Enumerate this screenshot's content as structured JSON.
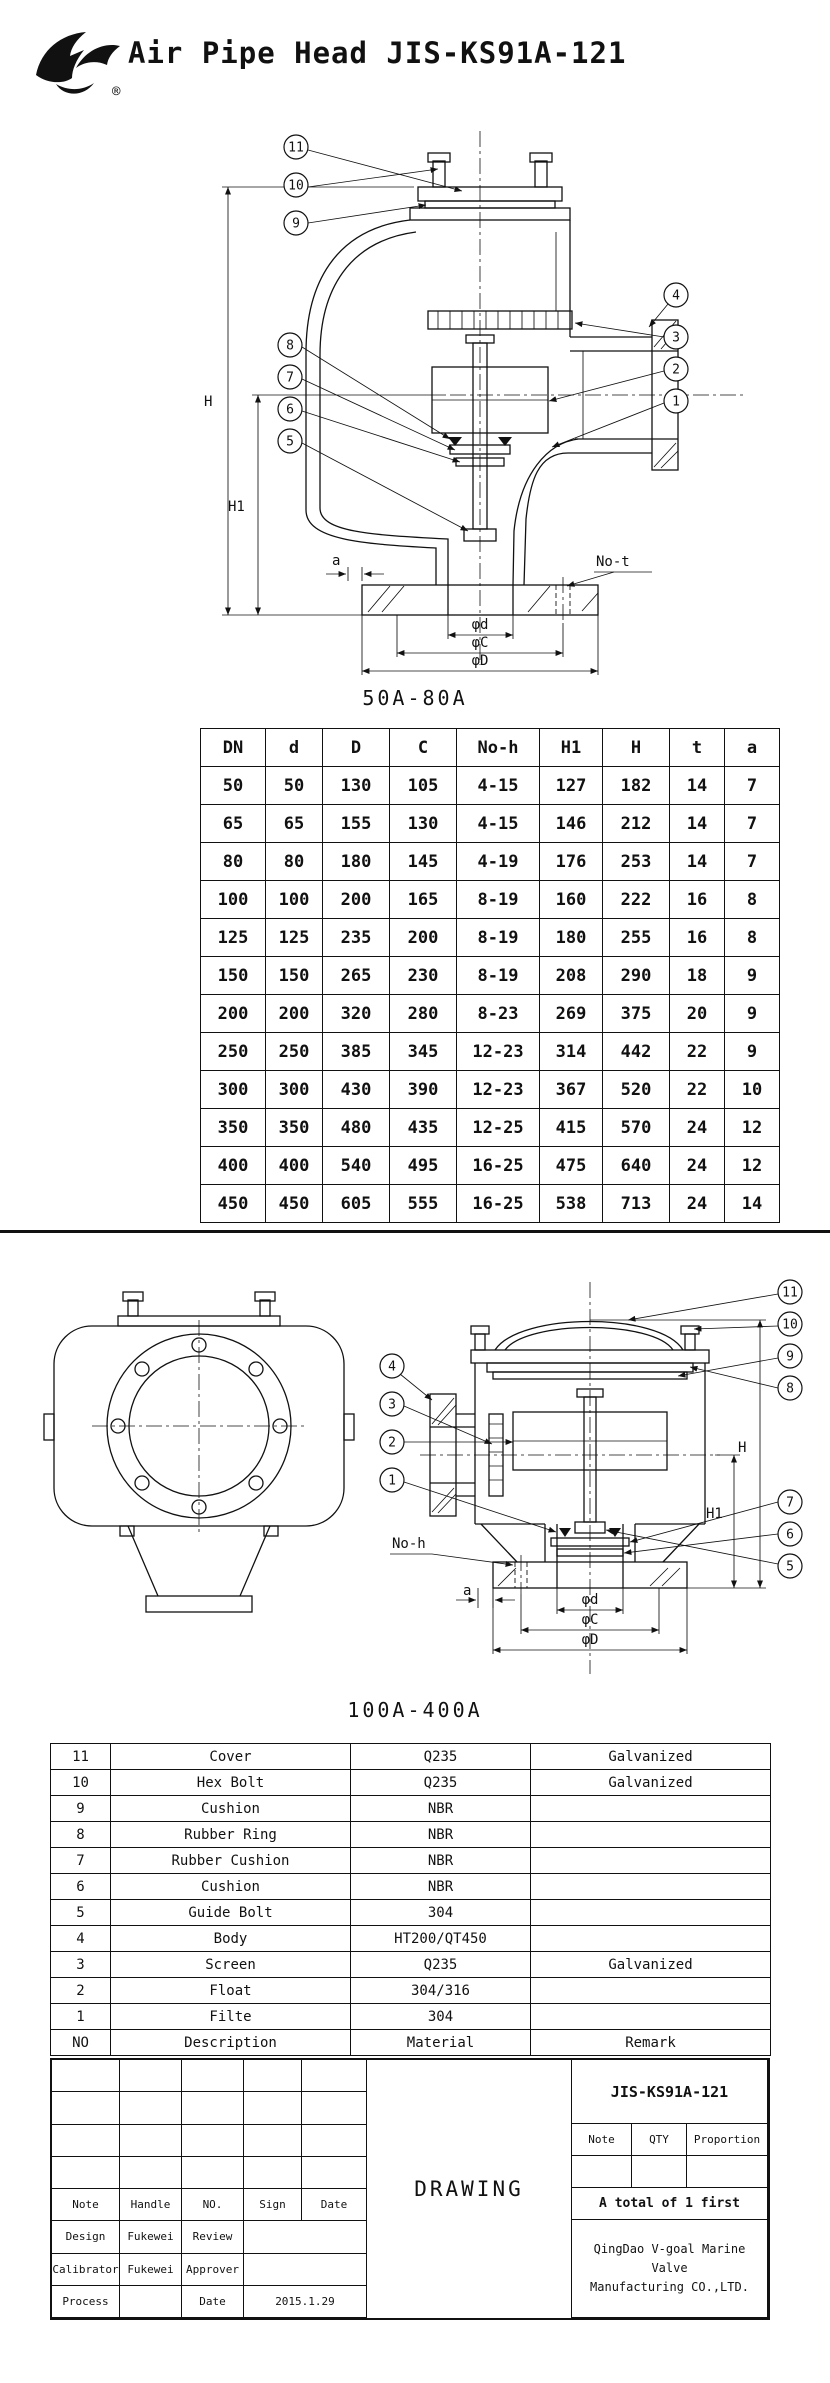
{
  "header": {
    "title": "Air Pipe Head JIS-KS91A-121",
    "registered_mark": "®"
  },
  "callouts": [
    "11",
    "10",
    "9",
    "8",
    "7",
    "6",
    "5",
    "4",
    "3",
    "2",
    "1"
  ],
  "dim_labels": {
    "H": "H",
    "H1": "H1",
    "a": "a",
    "no_t": "No-t",
    "no_h": "No-h",
    "phi_d": "φd",
    "phi_c": "φC",
    "phi_D": "φD"
  },
  "drawing1": {
    "caption": "50A-80A"
  },
  "drawing2": {
    "caption": "100A-400A"
  },
  "dim_table": {
    "headers": [
      "DN",
      "d",
      "D",
      "C",
      "No-h",
      "H1",
      "H",
      "t",
      "a"
    ],
    "rows": [
      [
        "50",
        "50",
        "130",
        "105",
        "4-15",
        "127",
        "182",
        "14",
        "7"
      ],
      [
        "65",
        "65",
        "155",
        "130",
        "4-15",
        "146",
        "212",
        "14",
        "7"
      ],
      [
        "80",
        "80",
        "180",
        "145",
        "4-19",
        "176",
        "253",
        "14",
        "7"
      ],
      [
        "100",
        "100",
        "200",
        "165",
        "8-19",
        "160",
        "222",
        "16",
        "8"
      ],
      [
        "125",
        "125",
        "235",
        "200",
        "8-19",
        "180",
        "255",
        "16",
        "8"
      ],
      [
        "150",
        "150",
        "265",
        "230",
        "8-19",
        "208",
        "290",
        "18",
        "9"
      ],
      [
        "200",
        "200",
        "320",
        "280",
        "8-23",
        "269",
        "375",
        "20",
        "9"
      ],
      [
        "250",
        "250",
        "385",
        "345",
        "12-23",
        "314",
        "442",
        "22",
        "9"
      ],
      [
        "300",
        "300",
        "430",
        "390",
        "12-23",
        "367",
        "520",
        "22",
        "10"
      ],
      [
        "350",
        "350",
        "480",
        "435",
        "12-25",
        "415",
        "570",
        "24",
        "12"
      ],
      [
        "400",
        "400",
        "540",
        "495",
        "16-25",
        "475",
        "640",
        "24",
        "12"
      ],
      [
        "450",
        "450",
        "605",
        "555",
        "16-25",
        "538",
        "713",
        "24",
        "14"
      ]
    ]
  },
  "parts_table": {
    "rows": [
      [
        "11",
        "Cover",
        "Q235",
        "Galvanized"
      ],
      [
        "10",
        "Hex Bolt",
        "Q235",
        "Galvanized"
      ],
      [
        "9",
        "Cushion",
        "NBR",
        ""
      ],
      [
        "8",
        "Rubber Ring",
        "NBR",
        ""
      ],
      [
        "7",
        "Rubber Cushion",
        "NBR",
        ""
      ],
      [
        "6",
        "Cushion",
        "NBR",
        ""
      ],
      [
        "5",
        "Guide Bolt",
        "304",
        ""
      ],
      [
        "4",
        "Body",
        "HT200/QT450",
        ""
      ],
      [
        "3",
        "Screen",
        "Q235",
        "Galvanized"
      ],
      [
        "2",
        "Float",
        "304/316",
        ""
      ],
      [
        "1",
        "Filte",
        "304",
        ""
      ]
    ],
    "footer": [
      "NO",
      "Description",
      "Material",
      "Remark"
    ]
  },
  "title_block": {
    "col_headers": [
      "Note",
      "Handle",
      "NO.",
      "Sign",
      "Date"
    ],
    "rows": {
      "design_label": "Design",
      "design_value": "Fukewei",
      "review_label": "Review",
      "calibrator_label": "Calibrator",
      "calibrator_value": "Fukewei",
      "approver_label": "Approver",
      "process_label": "Process",
      "date_label": "Date",
      "date_value": "2015.1.29"
    },
    "right": {
      "drawing_no": "JIS-KS91A-121",
      "note_label": "Note",
      "qty_label": "QTY",
      "proportion_label": "Proportion",
      "total_text": "A total of 1 first",
      "drawing_label": "DRAWING",
      "company_line1": "QingDao V-goal Marine Valve",
      "company_line2": "Manufacturing CO.,LTD."
    }
  }
}
